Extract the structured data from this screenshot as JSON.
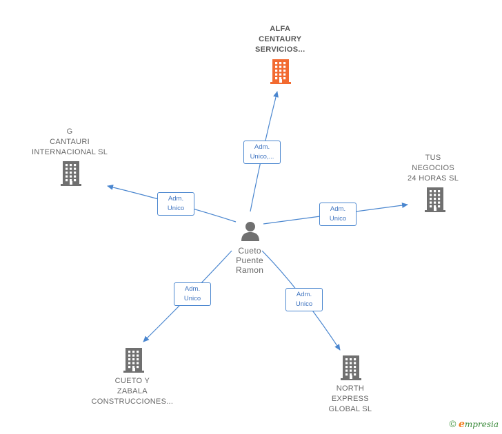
{
  "colors": {
    "edge": "#4a86cf",
    "building_default": "#707070",
    "building_focus": "#f26a30",
    "person": "#707070"
  },
  "center": {
    "name_lines": [
      "Cueto",
      "Puente",
      "Ramon"
    ],
    "icon": "person-icon"
  },
  "companies": [
    {
      "id": "alfa",
      "name_lines": [
        "ALFA",
        "CENTAURY",
        "SERVICIOS..."
      ],
      "focus": true,
      "icon": "building-icon",
      "role_lines": [
        "Adm.",
        "Unico,..."
      ]
    },
    {
      "id": "g-cantauri",
      "name_lines": [
        "G",
        "CANTAURI",
        "INTERNACIONAL SL"
      ],
      "focus": false,
      "icon": "building-icon",
      "role_lines": [
        "Adm.",
        "Unico"
      ]
    },
    {
      "id": "tus-negocios",
      "name_lines": [
        "TUS",
        "NEGOCIOS",
        "24 HORAS  SL"
      ],
      "focus": false,
      "icon": "building-icon",
      "role_lines": [
        "Adm.",
        "Unico"
      ]
    },
    {
      "id": "cueto-zabala",
      "name_lines": [
        "CUETO Y",
        "ZABALA",
        "CONSTRUCCIONES..."
      ],
      "focus": false,
      "icon": "building-icon",
      "role_lines": [
        "Adm.",
        "Unico"
      ]
    },
    {
      "id": "north-express",
      "name_lines": [
        "NORTH",
        "EXPRESS",
        "GLOBAL  SL"
      ],
      "focus": false,
      "icon": "building-icon",
      "role_lines": [
        "Adm.",
        "Unico"
      ]
    }
  ],
  "footer": {
    "copyright_symbol": "©",
    "brand_initial": "e",
    "brand_rest": "mpresia"
  }
}
